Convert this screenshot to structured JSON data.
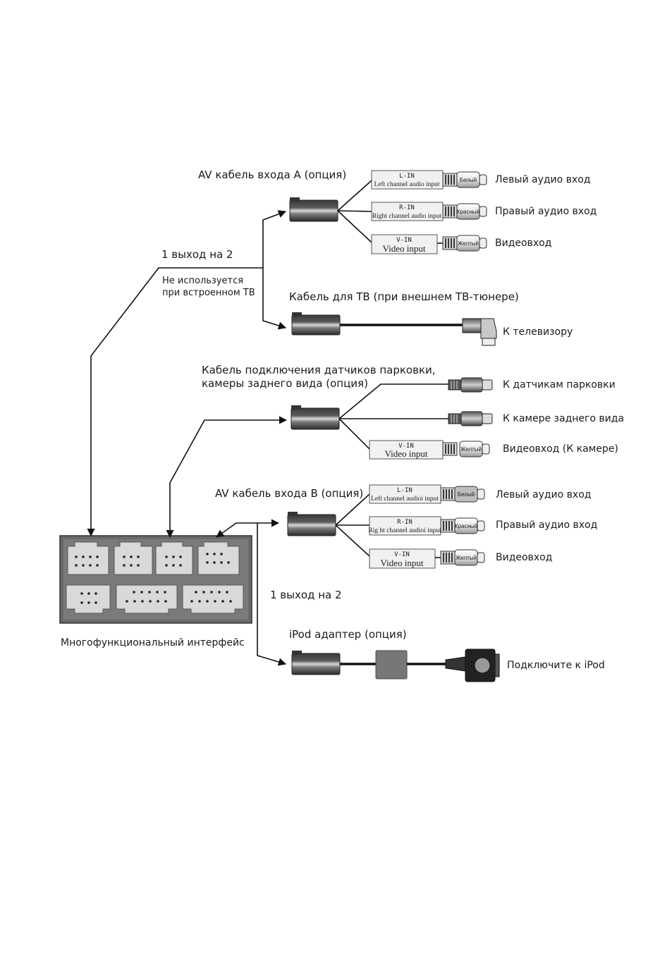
{
  "interface_label": "Многофункциональный интерфейс",
  "split_label_top": "1 выход на 2",
  "split_label_bottom": "1 выход на 2",
  "not_used_line1": "Не используется",
  "not_used_line2": "при встроенном ТВ",
  "av_a": {
    "title": "AV кабель входа A (опция)",
    "rows": [
      {
        "tag_top": "L-IN",
        "tag_sub": "Left channel audio input",
        "color": "Белый",
        "label": "Левый аудио вход"
      },
      {
        "tag_top": "R-IN",
        "tag_sub": "Right channel audio input",
        "color": "Красный",
        "label": "Правый аудио вход"
      },
      {
        "tag_top": "V-IN",
        "tag_sub": "Video input",
        "color": "Желтый",
        "label": "Видеовход"
      }
    ]
  },
  "tv": {
    "title": "Кабель для ТВ (при внешнем ТВ-тюнере)",
    "label": "К телевизору"
  },
  "parking": {
    "title_line1": "Кабель подключения датчиков парковки,",
    "title_line2": "камеры заднего вида (опция)",
    "rows": [
      {
        "label": "К датчикам парковки"
      },
      {
        "label": "К камере заднего вида"
      },
      {
        "tag_top": "V-IN",
        "tag_sub": "Video input",
        "color": "Желтый",
        "label": "Видеовход (К камере)"
      }
    ]
  },
  "av_b": {
    "title": "AV кабель входа B (опция)",
    "rows": [
      {
        "tag_top": "L-IN",
        "tag_sub": "Left channel audioi input",
        "color": "Белый",
        "label": "Левый аудио вход"
      },
      {
        "tag_top": "R-IN",
        "tag_sub": "Rig ht channel audioi input",
        "color": "Красный",
        "label": "Правый аудио вход"
      },
      {
        "tag_top": "V-IN",
        "tag_sub": "Video input",
        "color": "Желтый",
        "label": "Видеовход"
      }
    ]
  },
  "ipod": {
    "title": "iPod адаптер (опция)",
    "label": "Подключите к iPod"
  }
}
